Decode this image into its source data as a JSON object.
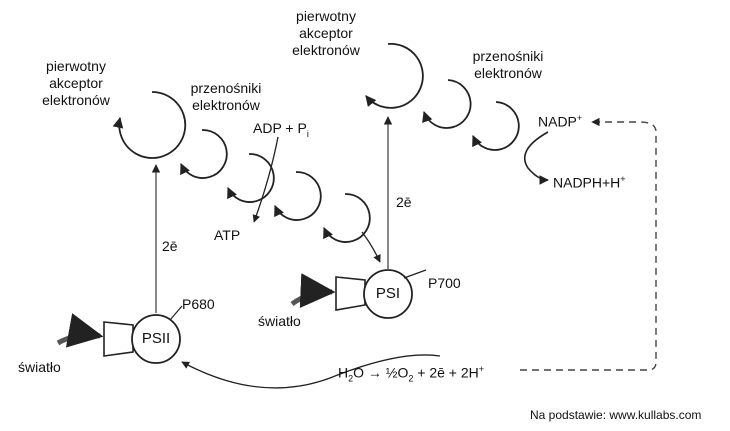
{
  "psii": {
    "label": "PSII",
    "pigment": "P680",
    "light": "światło",
    "acceptor": [
      "pierwotny",
      "akceptor",
      "elektronów"
    ],
    "carriers": [
      "przenośniki",
      "elektronów"
    ],
    "electrons": "2ē",
    "adp": "ADP + P",
    "adp_sub": "i",
    "atp": "ATP"
  },
  "psi": {
    "label": "PSI",
    "pigment": "P700",
    "light": "światło",
    "acceptor": [
      "pierwotny",
      "akceptor",
      "elektronów"
    ],
    "carriers": [
      "przenośniki",
      "elektronów"
    ],
    "electrons": "2ē",
    "nadp": "NADP",
    "nadp_sup": "+",
    "nadph": "NADPH+H",
    "nadph_sup": "+"
  },
  "water": {
    "h": "H",
    "h_sub": "2",
    "o_arrow": "O → ½O",
    "o_sub": "2",
    "rest": " + 2ē + 2H",
    "rest_sup": "+"
  },
  "credit": "Na podstawie: www.kullabs.com",
  "colors": {
    "line": "#222222",
    "light_arrow": "#555555"
  }
}
